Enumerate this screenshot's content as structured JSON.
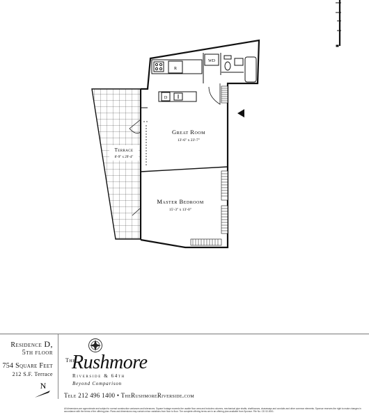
{
  "rooms": {
    "great_room": {
      "name": "Great Room",
      "dims": "13'-6\" x 23'-7\""
    },
    "master_bedroom": {
      "name": "Master Bedroom",
      "dims": "15'-3\" x 13'-0\""
    },
    "terrace": {
      "name": "Terrace",
      "dims": "8'-9\" x 29'-4\""
    }
  },
  "fixtures": {
    "washer_dryer": "WD",
    "refrigerator": "R",
    "dishwasher": "D"
  },
  "residence": {
    "prefix": "Residence",
    "letter": "D,",
    "floor": "5th floor"
  },
  "area": {
    "interior": "754 Square Feet",
    "terrace": "212 S.F. Terrace"
  },
  "compass": {
    "label": "N"
  },
  "brand": {
    "the": "The",
    "name": "Rushmore",
    "subtitle": "Riverside & 64th",
    "slogan": "Beyond Comparison"
  },
  "contact": "Tele 212 496 1400 • TheRushmoreRiverside.com",
  "disclaimer": "All dimensions are approximate and subject to normal construction variances and tolerances. Square footage exceeds the usable floor area and includes columns, mechanical pipe shafts, shafthouses, chaseways and conduits and other common elements. Sponsor reserves the right to make changes in accordance with the terms of the offering plan. Plans and dimensions may contain minor variations from floor to floor. The complete offering terms are in an offering plan available from Sponsor. File No. CD 02-0001."
}
